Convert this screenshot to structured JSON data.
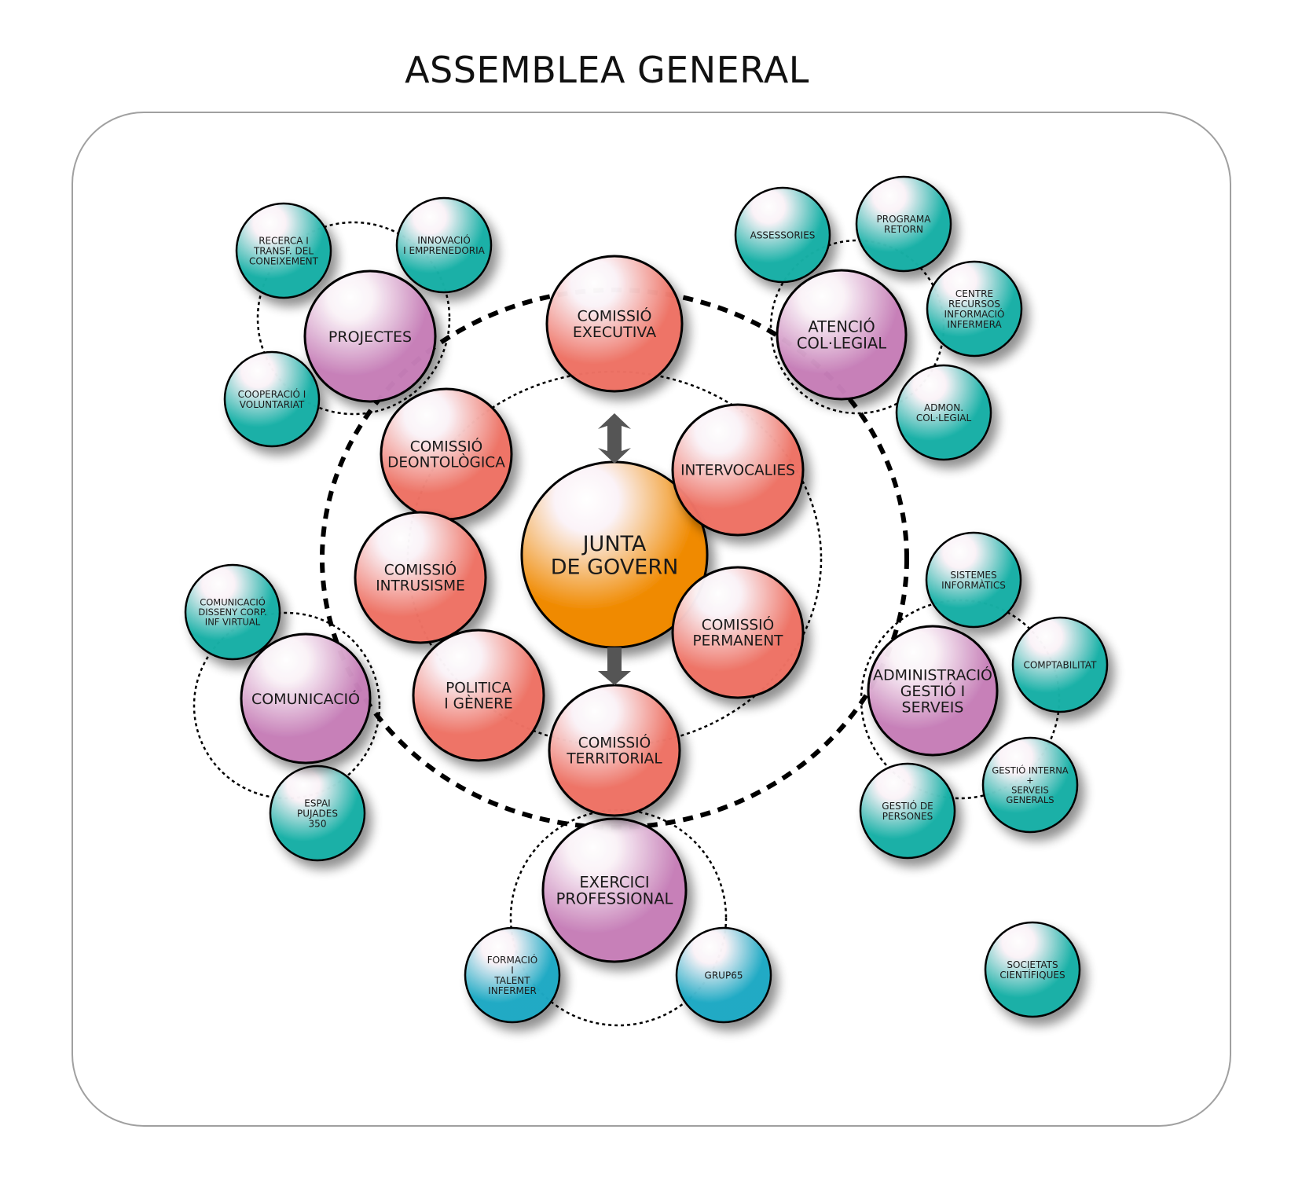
{
  "title": "ASSEMBLEA GENERAL",
  "colors": {
    "core": "#f08a00",
    "commission": "#ef7264",
    "area": "#c77fb8",
    "service": "#14b0a6",
    "service_blue": "#1aa9c4",
    "frame": "#a0a0a0",
    "arrow": "#555555"
  },
  "core": {
    "id": "junta-de-govern",
    "lines": [
      "JUNTA",
      "DE GOVERN"
    ]
  },
  "commissions": [
    {
      "id": "comissio-executiva",
      "lines": [
        "COMISSIÓ",
        "EXECUTIVA"
      ]
    },
    {
      "id": "comissio-deontologica",
      "lines": [
        "COMISSIÓ",
        "DEONTOLÒGICA"
      ]
    },
    {
      "id": "intervocalies",
      "lines": [
        "INTERVOCALIES"
      ]
    },
    {
      "id": "comissio-intrusisme",
      "lines": [
        "COMISSIÓ",
        "INTRUSISME"
      ]
    },
    {
      "id": "comissio-permanent",
      "lines": [
        "COMISSIÓ",
        "PERMANENT"
      ]
    },
    {
      "id": "politica-i-genere",
      "lines": [
        "POLITICA",
        "I GÈNERE"
      ]
    },
    {
      "id": "comissio-territorial",
      "lines": [
        "COMISSIÓ",
        "TERRITORIAL"
      ]
    }
  ],
  "areas": [
    {
      "id": "projectes",
      "lines": [
        "PROJECTES"
      ],
      "children": [
        {
          "id": "recerca",
          "lines": [
            "RECERCA I",
            "TRANSF. DEL",
            "CONEIXEMENT"
          ]
        },
        {
          "id": "innovacio",
          "lines": [
            "INNOVACIÓ",
            "I EMPRENEDORIA"
          ]
        },
        {
          "id": "cooperacio",
          "lines": [
            "COOPERACIÓ I",
            "VOLUNTARIAT"
          ]
        }
      ]
    },
    {
      "id": "atencio-collegial",
      "lines": [
        "ATENCIÓ",
        "COL·LEGIAL"
      ],
      "children": [
        {
          "id": "assessories",
          "lines": [
            "ASSESSORIES"
          ]
        },
        {
          "id": "programa-retorn",
          "lines": [
            "PROGRAMA",
            "RETORN"
          ]
        },
        {
          "id": "centre-recursos",
          "lines": [
            "CENTRE",
            "RECURSOS",
            "INFORMACIÓ",
            "INFERMERA"
          ]
        },
        {
          "id": "admon-collegial",
          "lines": [
            "ADMON.",
            "COL·LEGIAL"
          ]
        }
      ]
    },
    {
      "id": "comunicacio",
      "lines": [
        "COMUNICACIÓ"
      ],
      "children": [
        {
          "id": "comunicacio-disseny",
          "lines": [
            "COMUNICACIÓ",
            "DISSENY CORP.",
            "INF VIRTUAL"
          ]
        },
        {
          "id": "espai-pujades",
          "lines": [
            "ESPAI",
            "PUJADES",
            "350"
          ]
        }
      ]
    },
    {
      "id": "administracio",
      "lines": [
        "ADMINISTRACIÓ",
        "GESTIÓ I",
        "SERVEIS"
      ],
      "children": [
        {
          "id": "sistemes-informatics",
          "lines": [
            "SISTEMES",
            "INFORMÀTICS"
          ]
        },
        {
          "id": "comptabilitat",
          "lines": [
            "COMPTABILITAT"
          ]
        },
        {
          "id": "gestio-interna",
          "lines": [
            "GESTIÓ INTERNA",
            "+",
            "SERVEIS",
            "GENERALS"
          ]
        },
        {
          "id": "gestio-persones",
          "lines": [
            "GESTIÓ DE",
            "PERSONES"
          ]
        }
      ]
    },
    {
      "id": "exercici-professional",
      "lines": [
        "EXERCICI",
        "PROFESSIONAL"
      ],
      "children": [
        {
          "id": "formacio-talent",
          "lines": [
            "FORMACIÓ",
            "I",
            "TALENT",
            "INFERMER"
          ],
          "tone": "blue"
        },
        {
          "id": "grup65",
          "lines": [
            "GRUP65"
          ],
          "tone": "blue"
        }
      ]
    }
  ],
  "standalone": [
    {
      "id": "societats-cientifiques",
      "lines": [
        "SOCIETATS",
        "CIENTÍFIQUES"
      ]
    }
  ]
}
